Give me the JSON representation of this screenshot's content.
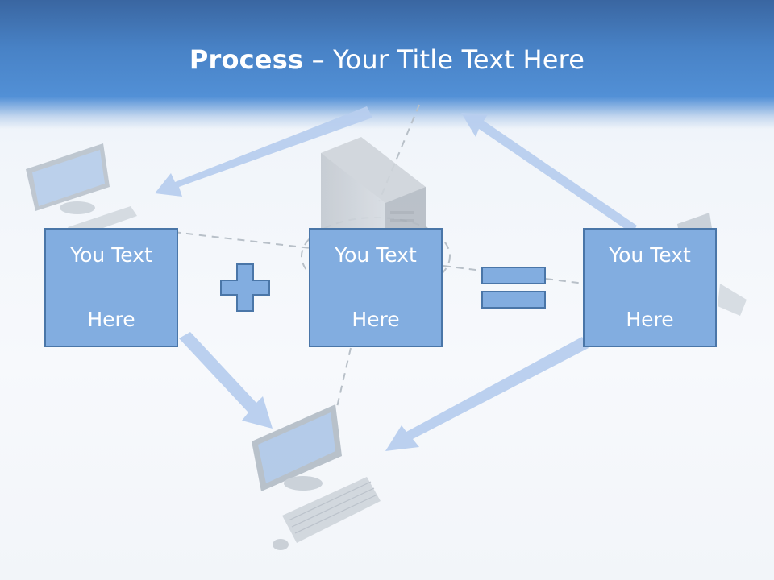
{
  "header": {
    "title_bold": "Process",
    "title_rest": " – Your Title Text Here"
  },
  "boxes": [
    {
      "line1": "You Text",
      "line2": "Here"
    },
    {
      "line1": "You Text",
      "line2": "Here"
    },
    {
      "line1": "You Text",
      "line2": "Here"
    }
  ],
  "operators": {
    "plus": "plus-icon",
    "equals": "equals-icon"
  },
  "colors": {
    "header_top": "#3a66a1",
    "header_bottom": "#5290d6",
    "box_fill": "#82ade0",
    "box_border": "#4a76a8",
    "arrow": "#b7cdee"
  }
}
